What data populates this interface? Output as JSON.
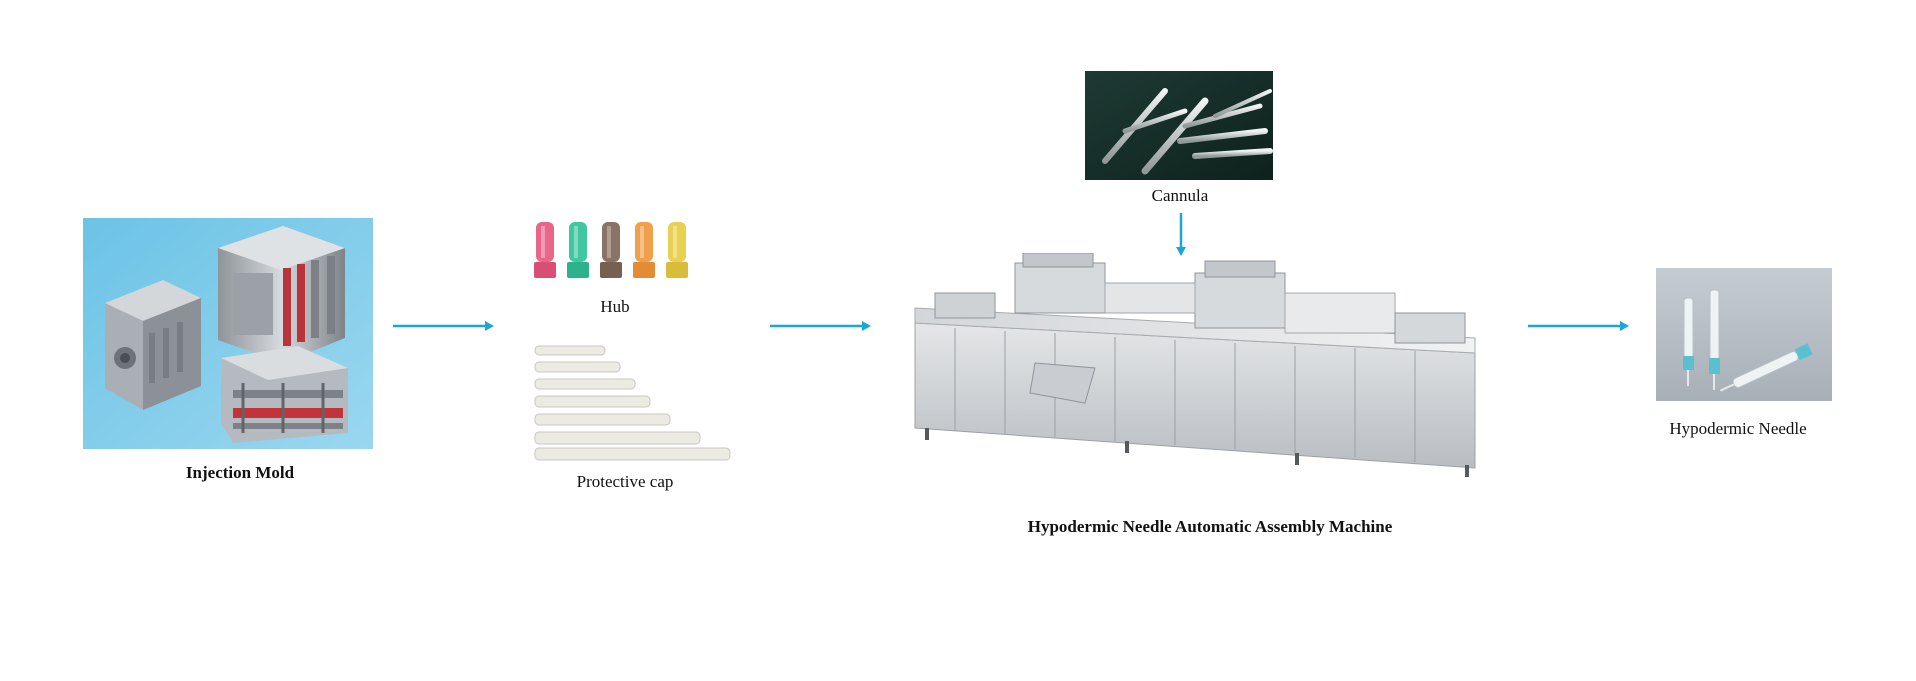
{
  "diagram": {
    "accent_color": "#1aa6d6",
    "nodes": {
      "injection_mold": {
        "label": "Injection Mold",
        "icon": "injection-mold-image"
      },
      "hub": {
        "label": "Hub",
        "icon": "needle-hubs-image",
        "hub_colors": [
          "#e9658a",
          "#3fc7a0",
          "#8a7364",
          "#f0a04a",
          "#e8d050"
        ]
      },
      "protective_cap": {
        "label": "Protective cap",
        "icon": "protective-caps-image"
      },
      "cannula": {
        "label": "Cannula",
        "icon": "cannula-image"
      },
      "assembly_machine": {
        "label": "Hypodermic Needle Automatic Assembly Machine",
        "icon": "assembly-machine-image"
      },
      "hypodermic_needle": {
        "label": "Hypodermic Needle",
        "icon": "hypodermic-needle-image"
      }
    }
  }
}
